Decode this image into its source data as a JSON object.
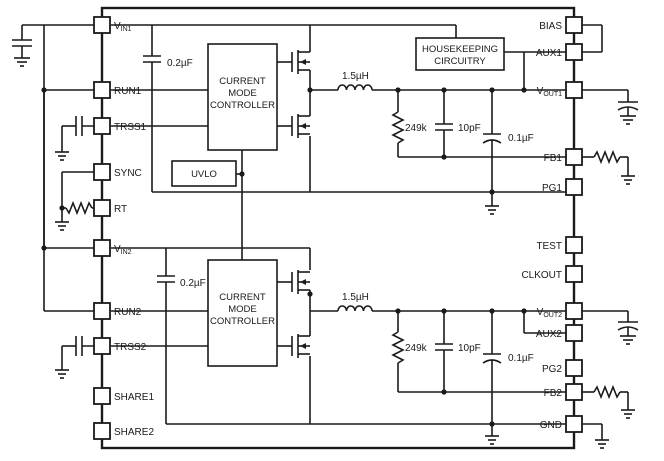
{
  "pins_left": {
    "vin1": "VIN1",
    "run1": "RUN1",
    "trss1": "TRSS1",
    "sync": "SYNC",
    "rt": "RT",
    "vin2": "VIN2",
    "run2": "RUN2",
    "trss2": "TRSS2",
    "share1": "SHARE1",
    "share2": "SHARE2"
  },
  "pins_right": {
    "bias": "BIAS",
    "aux1": "AUX1",
    "vout1": "VOUT1",
    "fb1": "FB1",
    "pg1": "PG1",
    "test": "TEST",
    "clkout": "CLKOUT",
    "vout2": "VOUT2",
    "aux2": "AUX2",
    "pg2": "PG2",
    "fb2": "FB2",
    "gnd": "GND"
  },
  "blocks": {
    "housekeeping_l1": "HOUSEKEEPING",
    "housekeeping_l2": "CIRCUITRY",
    "uvlo": "UVLO",
    "cmc1_l1": "CURRENT",
    "cmc1_l2": "MODE",
    "cmc1_l3": "CONTROLLER",
    "cmc2_l1": "CURRENT",
    "cmc2_l2": "MODE",
    "cmc2_l3": "CONTROLLER"
  },
  "components": {
    "cap_vin1": "0.2µF",
    "cap_vin2": "0.2µF",
    "ind1": "1.5µH",
    "ind2": "1.5µH",
    "res1": "249k",
    "res2": "249k",
    "cap10p_1": "10pF",
    "cap10p_2": "10pF",
    "cap01_1": "0.1µF",
    "cap01_2": "0.1µF"
  }
}
